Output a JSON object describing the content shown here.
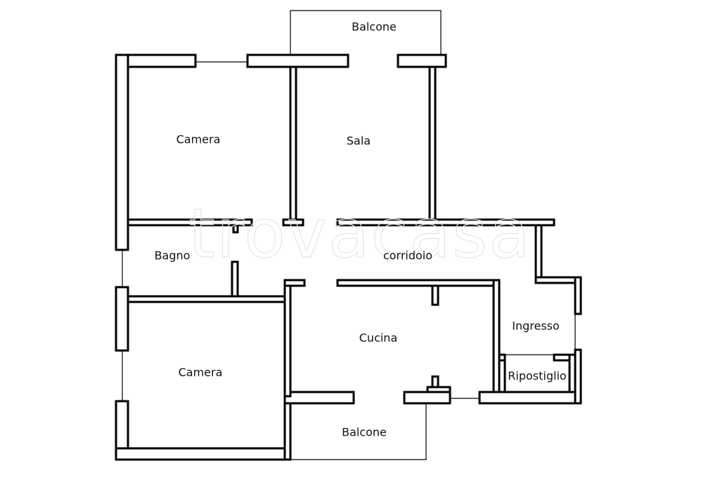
{
  "watermark": "trovacasa",
  "rooms": {
    "balcone_top": "Balcone",
    "camera_top": "Camera",
    "sala": "Sala",
    "bagno": "Bagno",
    "corridoio": "corridoio",
    "ingresso": "Ingresso",
    "cucina": "Cucina",
    "ripostiglio": "Ripostiglio",
    "camera_bottom": "Camera",
    "balcone_bottom": "Balcone"
  }
}
